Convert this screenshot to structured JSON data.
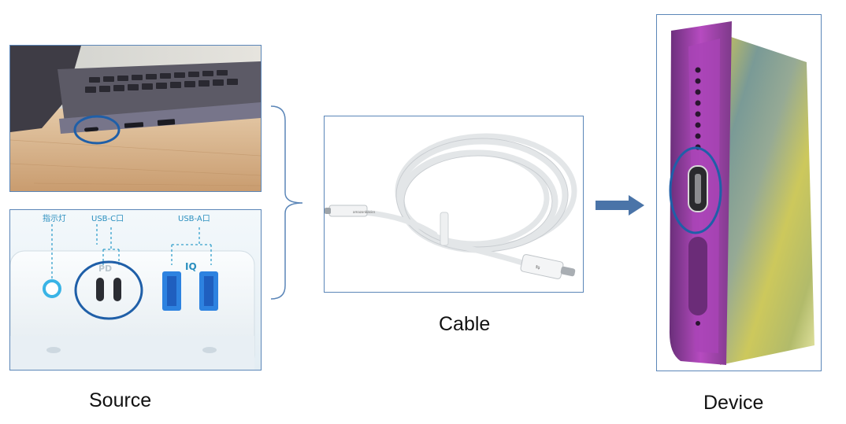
{
  "diagram": {
    "source": {
      "caption": "Source",
      "charger_labels": {
        "indicator": "指示灯",
        "usb_c": "USB-C口",
        "usb_a": "USB-A口",
        "pd_mark": "PD",
        "iq_mark": "IQ"
      }
    },
    "cable": {
      "caption": "Cable",
      "brand_text": "amazonbasics"
    },
    "device": {
      "caption": "Device"
    },
    "colors": {
      "frame": "#5b86b8",
      "highlight_circle": "#1f5fa8",
      "arrow": "#4a74a8",
      "brace": "#5b86b8"
    }
  }
}
